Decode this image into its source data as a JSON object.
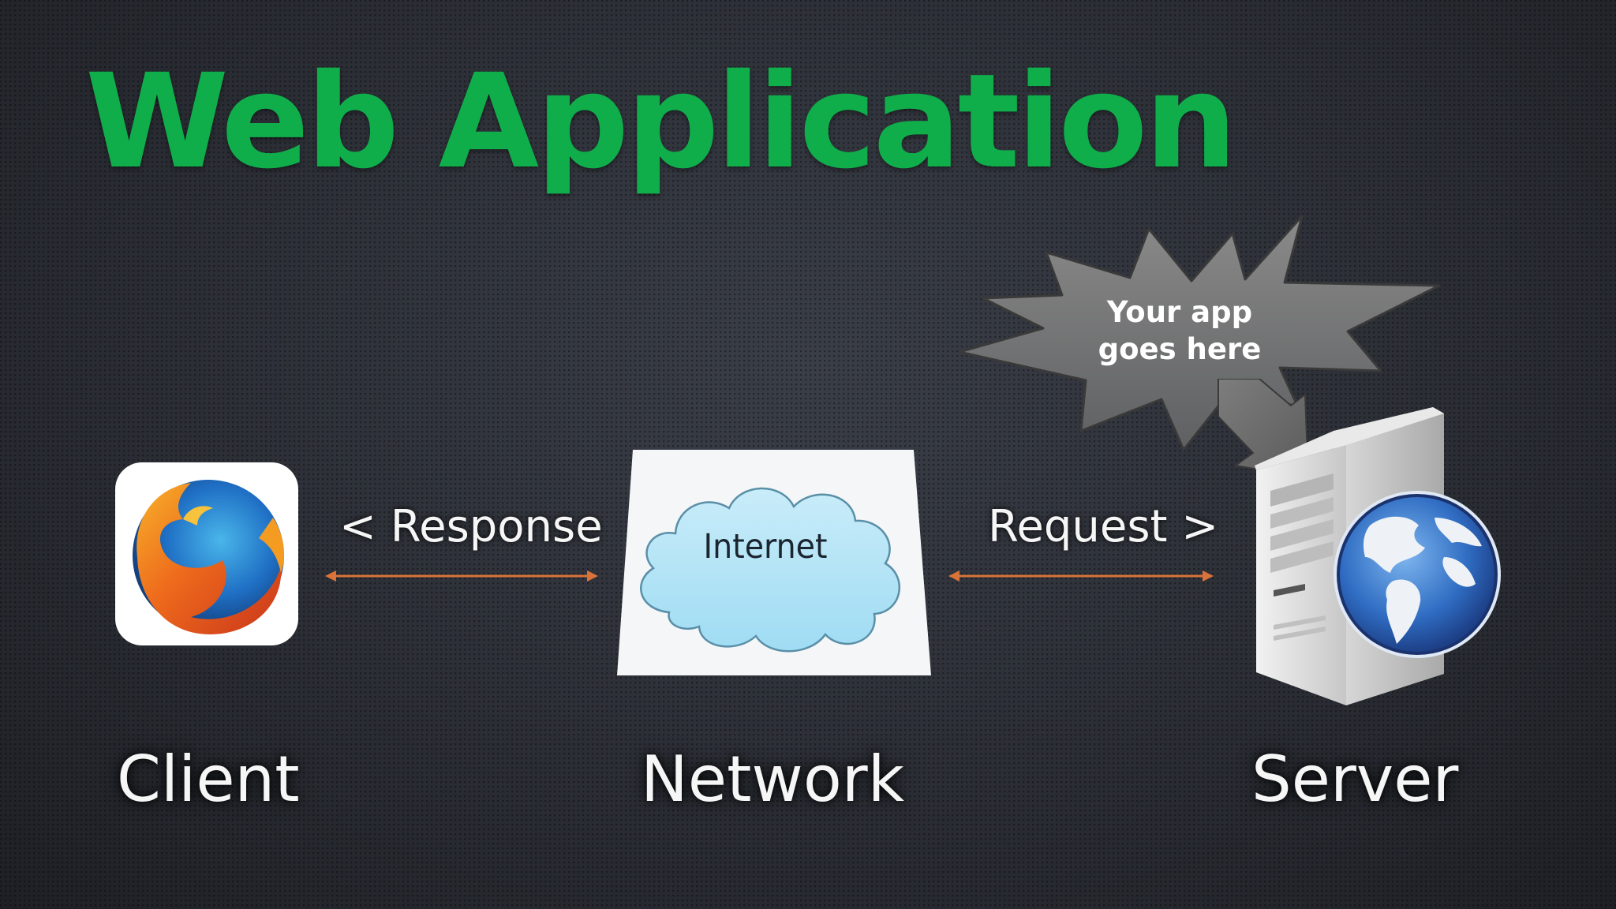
{
  "slide": {
    "title": "Web Application"
  },
  "nodes": {
    "client": {
      "label": "Client",
      "icon": "firefox-browser-icon"
    },
    "network": {
      "label": "Network",
      "icon": "internet-cloud-icon",
      "cloud_text": "Internet"
    },
    "server": {
      "label": "Server",
      "icon": "web-server-icon"
    }
  },
  "arrows": {
    "response": {
      "label": "< Response"
    },
    "request": {
      "label": "Request >"
    }
  },
  "callout": {
    "line1": "Your app",
    "line2": "goes here"
  },
  "colors": {
    "title": "#0fae4b",
    "arrow": "#d9733a",
    "background": "#2b2e35"
  }
}
